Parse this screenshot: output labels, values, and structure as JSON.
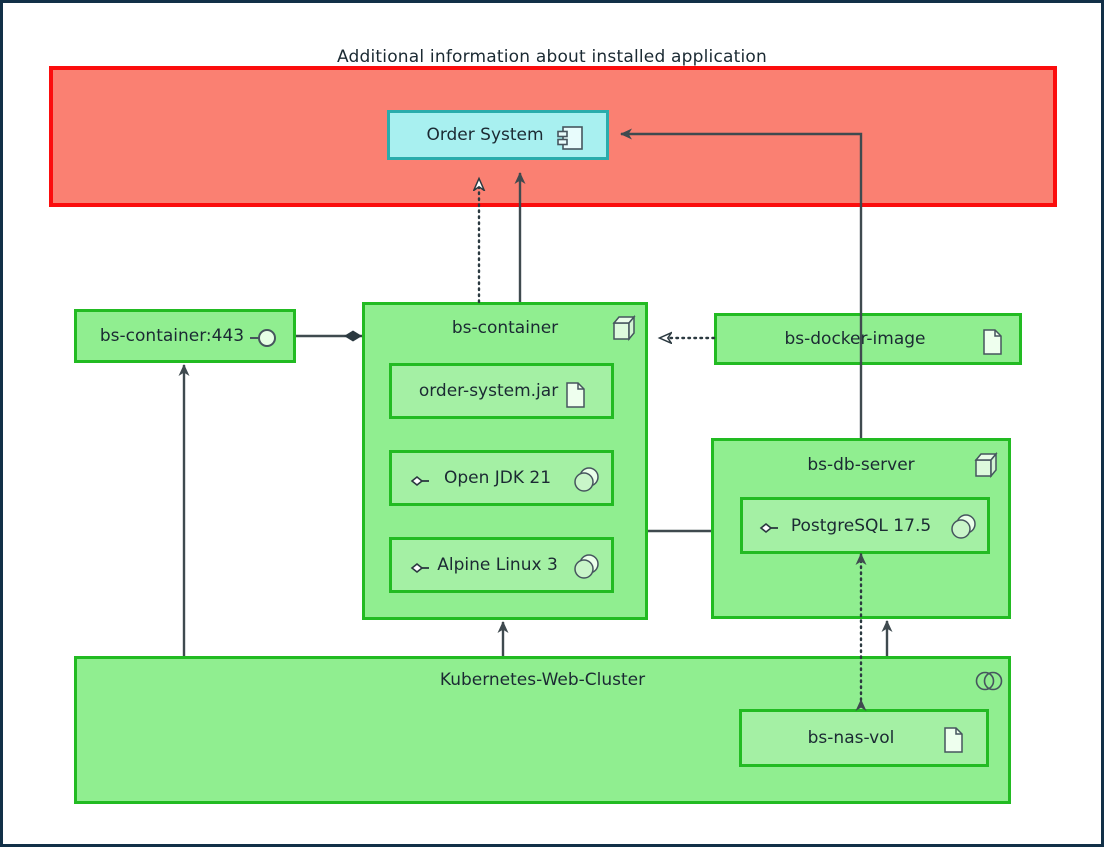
{
  "diagram": {
    "title": "Additional information about installed application",
    "type": "uml-deployment-diagram",
    "colors": {
      "page_border": "#123047",
      "frame_fill": "#fa8072",
      "frame_border": "#fb0d0d",
      "component_fill": "#a8f0f0",
      "component_border": "#2aacac",
      "node_fill": "#90ee90",
      "node_inner_fill": "#a4f0a4",
      "node_border": "#22bb22",
      "connector": "#3f4a4f",
      "text": "#1b2a33"
    }
  },
  "frame": {
    "name": "highlight-frame",
    "label": "Additional information about installed application"
  },
  "component": {
    "label": "Order System",
    "icon": "component-icon"
  },
  "nodes": {
    "container_port": {
      "label": "bs-container:443",
      "icon": "provided-interface-lollipop-icon"
    },
    "container": {
      "label": "bs-container",
      "icon": "node-cube-icon",
      "artifacts": [
        {
          "label": "order-system.jar",
          "icon": "artifact-document-icon"
        },
        {
          "label": "Open JDK 21",
          "icon": "execution-environment-icon",
          "bullet": "diamond-bullet-icon"
        },
        {
          "label": "Alpine Linux 3",
          "icon": "execution-environment-icon",
          "bullet": "diamond-bullet-icon"
        }
      ]
    },
    "docker_image": {
      "label": "bs-docker-image",
      "icon": "artifact-document-icon"
    },
    "db_server": {
      "label": "bs-db-server",
      "icon": "node-cube-icon",
      "artifacts": [
        {
          "label": "PostgreSQL 17.5",
          "icon": "execution-environment-icon",
          "bullet": "diamond-bullet-icon"
        }
      ]
    },
    "cluster": {
      "label": "Kubernetes-Web-Cluster",
      "icon": "cluster-circles-icon",
      "artifacts": [
        {
          "label": "bs-nas-vol",
          "icon": "artifact-document-icon"
        }
      ]
    }
  },
  "connectors": [
    {
      "name": "realization-container-to-order-system",
      "style": "dotted",
      "arrow": "hollow-triangle"
    },
    {
      "name": "dependency-container-to-order-system",
      "style": "solid",
      "arrow": "filled"
    },
    {
      "name": "dependency-db-server-to-order-system",
      "style": "solid",
      "arrow": "filled"
    },
    {
      "name": "composition-port-to-container",
      "style": "solid",
      "arrow": "filled-diamond"
    },
    {
      "name": "manifest-docker-image-to-container",
      "style": "dotted",
      "arrow": "hollow-triangle"
    },
    {
      "name": "association-container-to-db-server",
      "style": "solid",
      "arrow": "none"
    },
    {
      "name": "deploy-cluster-to-container-port",
      "style": "solid",
      "arrow": "filled"
    },
    {
      "name": "deploy-cluster-to-container",
      "style": "solid",
      "arrow": "filled"
    },
    {
      "name": "deploy-cluster-to-db-server",
      "style": "solid",
      "arrow": "filled"
    },
    {
      "name": "mount-nas-vol-to-postgresql",
      "style": "dotted",
      "arrow": "filled-both"
    }
  ]
}
